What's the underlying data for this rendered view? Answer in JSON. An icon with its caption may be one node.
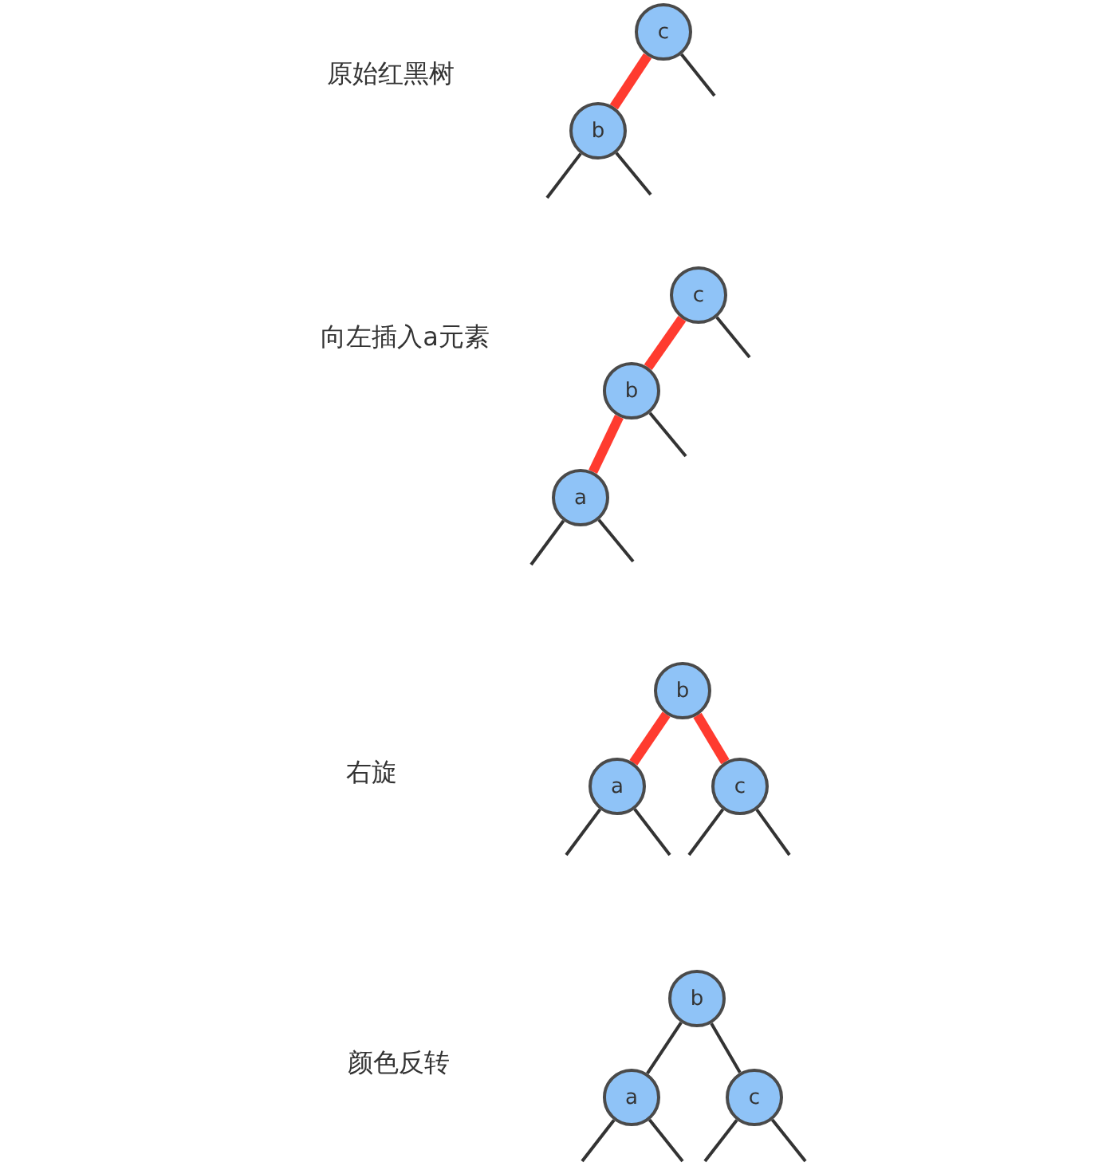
{
  "diagram": {
    "nodes": [
      {
        "text": [
          "c"
        ]
      },
      {
        "text": [
          "b"
        ]
      },
      {
        "text": [
          "c"
        ]
      },
      {
        "text": [
          "b"
        ]
      },
      {
        "text": [
          "a"
        ]
      },
      {
        "text": [
          "b"
        ]
      },
      {
        "text": [
          "a"
        ]
      },
      {
        "text": [
          "c"
        ]
      },
      {
        "text": [
          "b"
        ]
      },
      {
        "text": [
          "a"
        ]
      },
      {
        "text": [
          "c"
        ]
      }
    ],
    "edges": [
      {
        "from": 0,
        "to": 1,
        "arrow": "none",
        "style": "thick",
        "color": "#ff3b2f"
      },
      {
        "from": 0,
        "to": null,
        "arrow": "none"
      },
      {
        "from": 1,
        "to": null,
        "arrow": "none"
      },
      {
        "from": 1,
        "to": null,
        "arrow": "none"
      },
      {
        "from": 2,
        "to": 3,
        "arrow": "none",
        "style": "thick",
        "color": "#ff3b2f"
      },
      {
        "from": 3,
        "to": 4,
        "arrow": "none",
        "style": "thick",
        "color": "#ff3b2f"
      },
      {
        "from": 2,
        "to": null,
        "arrow": "none"
      },
      {
        "from": 3,
        "to": null,
        "arrow": "none"
      },
      {
        "from": 4,
        "to": null,
        "arrow": "none"
      },
      {
        "from": 4,
        "to": null,
        "arrow": "none"
      },
      {
        "from": 5,
        "to": 6,
        "arrow": "none",
        "style": "thick",
        "color": "#ff3b2f"
      },
      {
        "from": 5,
        "to": 7,
        "arrow": "none",
        "style": "thick",
        "color": "#ff3b2f"
      },
      {
        "from": 6,
        "to": null,
        "arrow": "none"
      },
      {
        "from": 6,
        "to": null,
        "arrow": "none"
      },
      {
        "from": 7,
        "to": null,
        "arrow": "none"
      },
      {
        "from": 7,
        "to": null,
        "arrow": "none"
      },
      {
        "from": 8,
        "to": 9,
        "arrow": "none"
      },
      {
        "from": 8,
        "to": 10,
        "arrow": "none"
      },
      {
        "from": 9,
        "to": null,
        "arrow": "none"
      },
      {
        "from": 9,
        "to": null,
        "arrow": "none"
      },
      {
        "from": 10,
        "to": null,
        "arrow": "none"
      },
      {
        "from": 10,
        "to": null,
        "arrow": "none"
      }
    ],
    "labels": [
      "原始红黑树",
      "向左插入a元素",
      "右旋",
      "颜色反转"
    ]
  }
}
